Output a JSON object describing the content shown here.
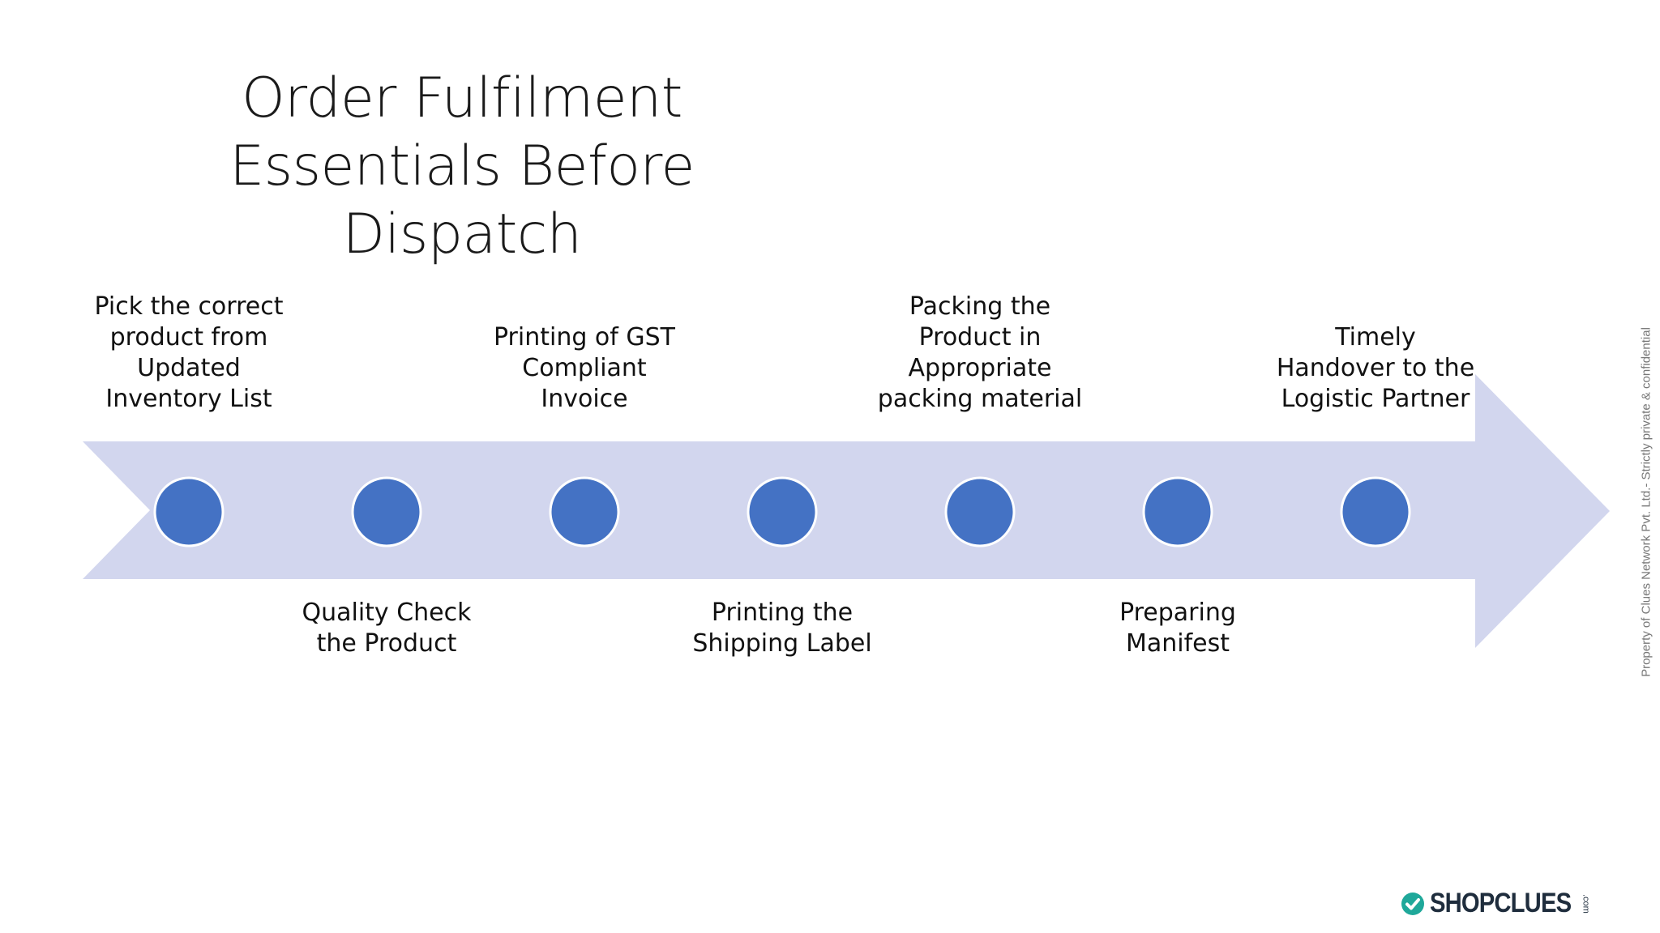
{
  "title": {
    "line1": "Order Fulfilment",
    "line2": "Essentials Before Dispatch"
  },
  "steps": [
    {
      "label": "Pick the correct\nproduct from\nUpdated\nInventory List",
      "position": "above"
    },
    {
      "label": "Quality Check\nthe Product",
      "position": "below"
    },
    {
      "label": "Printing of GST\nCompliant\nInvoice",
      "position": "above"
    },
    {
      "label": "Printing the\nShipping Label",
      "position": "below"
    },
    {
      "label": "Packing the\nProduct in\nAppropriate\npacking material",
      "position": "above"
    },
    {
      "label": "Preparing\nManifest",
      "position": "below"
    },
    {
      "label": "Timely\nHandover to the\nLogistic Partner",
      "position": "above"
    }
  ],
  "watermark": "Property of Clues Network Pvt. Ltd.- Strictly private & confidential",
  "brand": {
    "name": "SHOPCLUES",
    "suffix": ".com",
    "icon": "check-circle-icon"
  },
  "colors": {
    "arrow": "#d2d6ee",
    "node": "#4472c4",
    "node_stroke": "#ffffff",
    "brand_teal": "#1fa89a"
  }
}
